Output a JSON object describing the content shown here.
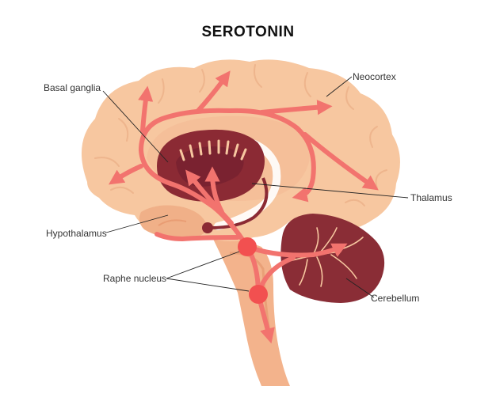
{
  "title": "SEROTONIN",
  "labels": {
    "basal_ganglia": "Basal ganglia",
    "neocortex": "Neocortex",
    "thalamus": "Thalamus",
    "hypothalamus": "Hypothalamus",
    "raphe_nucleus": "Raphe nucleus",
    "cerebellum": "Cerebellum"
  },
  "colors": {
    "brain": "#f7c7a0",
    "brain_shadow": "#efb389",
    "pathway": "#f2736e",
    "nucleus": "#f25050",
    "dark_structure": "#8b2a34",
    "cerebellum": "#8a2d36",
    "brainstem": "#f3b38c",
    "title": "#111111"
  }
}
